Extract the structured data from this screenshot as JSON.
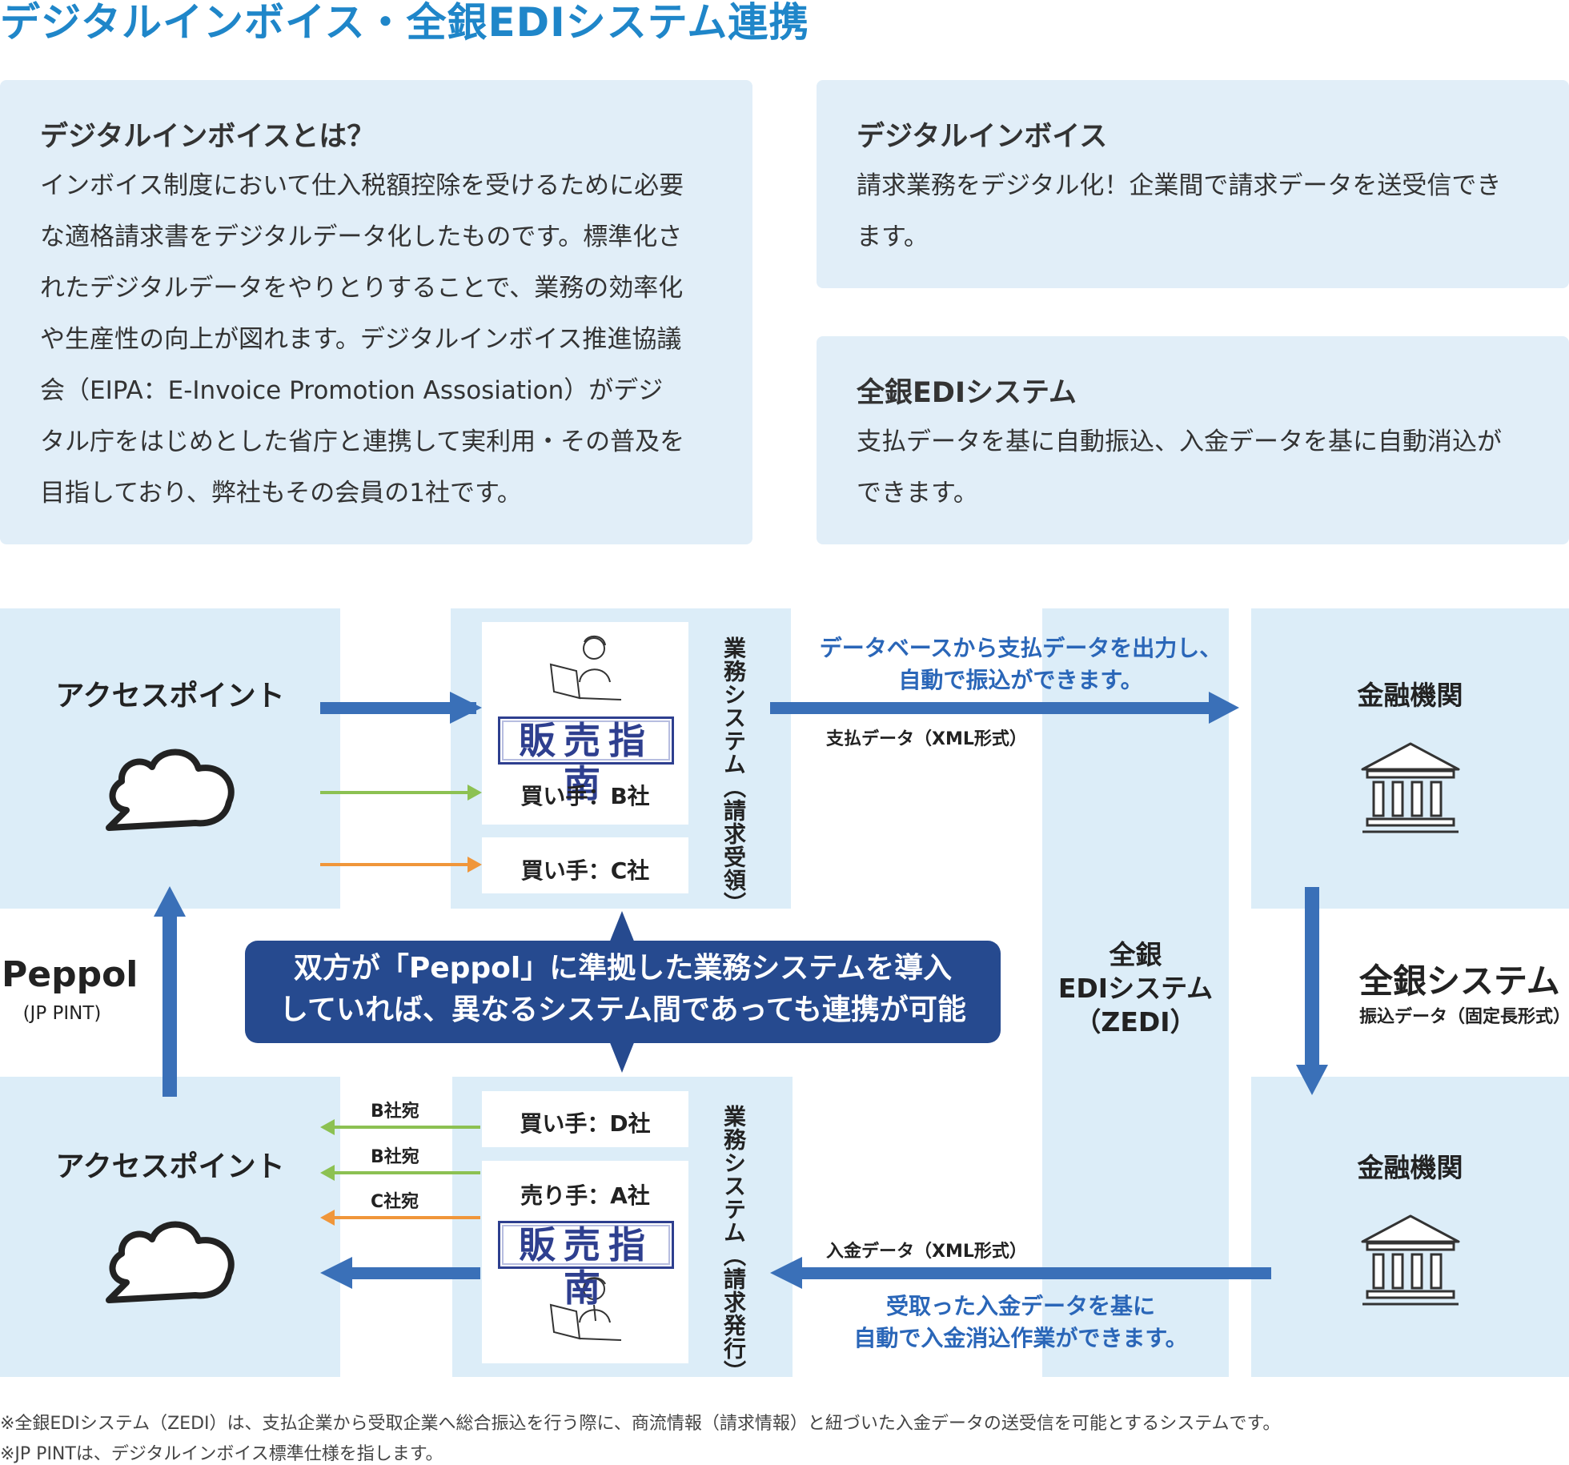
{
  "page_title": "デジタルインボイス・全銀EDIシステム連携",
  "intro": {
    "heading": "デジタルインボイスとは？",
    "lines": [
      "インボイス制度において仕入税額控除を受けるために必要",
      "な適格請求書をデジタルデータ化したものです。標準化さ",
      "れたデジタルデータをやりとりすることで、業務の効率化",
      "や生産性の向上が図れます。デジタルインボイス推進協議",
      "会（EIPA：E-Invoice Promotion Assosiation）がデジ",
      "タル庁をはじめとした省庁と連携して実利用・その普及を",
      "目指しており、弊社もその会員の1社です。"
    ]
  },
  "digital_invoice": {
    "heading": "デジタルインボイス",
    "lines": [
      "請求業務をデジタル化！企業間で請求データを送受信でき",
      "ます。"
    ]
  },
  "zengin_edi": {
    "heading": "全銀EDIシステム",
    "lines": [
      "支払データを基に自動振込、入金データを基に自動消込が",
      "できます。"
    ]
  },
  "diagram": {
    "access_point_top": "アクセスポイント",
    "access_point_bottom": "アクセスポイント",
    "peppol": "Peppol",
    "jp_pint": "(JP PINT)",
    "hanbai_shinan": "販売指南",
    "buyer_b": "買い手：B社",
    "buyer_c": "買い手：C社",
    "buyer_d": "買い手：D社",
    "seller_a": "売り手：A社",
    "system_receive": "業務システム（請求受領）",
    "system_issue": "業務システム（請求発行）",
    "center_line1": "双方が「Peppol」に準拠した業務システムを導入",
    "center_line2": "していれば、異なるシステム間であっても連携が可能",
    "payout_line1": "データベースから支払データを出力し、",
    "payout_line2": "自動で振込ができます。",
    "payment_data": "支払データ（XML形式）",
    "deposit_data": "入金データ（XML形式）",
    "deposit_line1": "受取った入金データを基に",
    "deposit_line2": "自動で入金消込作業ができます。",
    "zedi_line1": "全銀",
    "zedi_line2": "EDIシステム",
    "zedi_line3": "（ZEDI）",
    "bank_top": "金融機関",
    "bank_bottom": "金融機関",
    "zengin_system": "全銀システム",
    "transfer_data": "振込データ（固定長形式）",
    "to_b1": "B社宛",
    "to_b2": "B社宛",
    "to_c": "C社宛"
  },
  "notes": [
    "※全銀EDIシステム（ZEDI）は、支払企業から受取企業へ総合振込を行う際に、商流情報（請求情報）と紐づいた入金データの送受信を可能とするシステムです。",
    "※JP PINTは、デジタルインボイス標準仕様を指します。"
  ],
  "colors": {
    "title_blue": "#1f86c9",
    "panel": "#dcedf8",
    "arrow_blue": "#3a70b8",
    "arrow_green": "#8cc152",
    "arrow_orange": "#f0963a",
    "center_box": "#264a8f",
    "blue_text": "#2a66b8"
  },
  "icons": [
    "cloud-icon",
    "bank-icon",
    "person-laptop-icon"
  ]
}
